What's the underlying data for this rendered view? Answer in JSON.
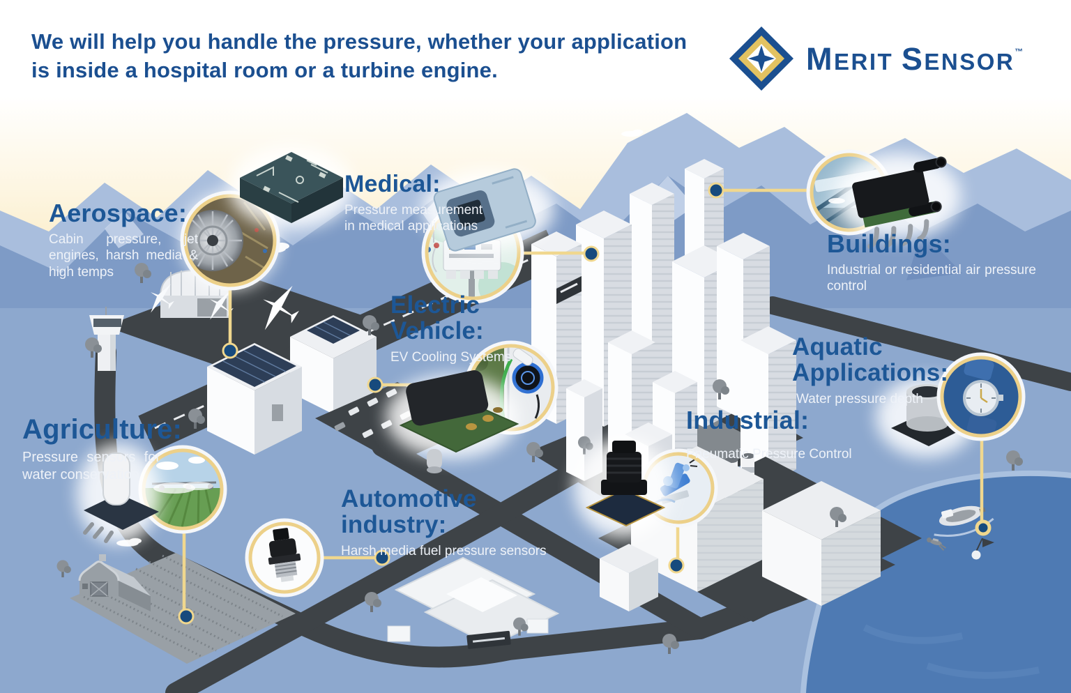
{
  "header": {
    "headline": "We will help you handle the pressure, whether your application is inside a hospital room or a turbine engine.",
    "brand": {
      "word1": "MERIT",
      "word2": "SENSOR",
      "trademark": "™"
    }
  },
  "sections": {
    "aerospace": {
      "title": "Aerospace:",
      "description": "Cabin pressure, jet engines, harsh media & high temps"
    },
    "medical": {
      "title": "Medical:",
      "description": "Pressure measurement in medical applications"
    },
    "buildings": {
      "title": "Buildings:",
      "description": "Industrial or residential air pressure control"
    },
    "electric_vehicle": {
      "title": "Electric Vehicle:",
      "description": "EV Cooling Systems"
    },
    "agriculture": {
      "title": "Agriculture:",
      "description": "Pressure sensors for water conservation"
    },
    "automotive": {
      "title": "Automotive industry:",
      "description": "Harsh media fuel pressure sensors"
    },
    "industrial": {
      "title": "Industrial:",
      "description": "Pneumatic Pressure Control"
    },
    "aquatic": {
      "title": "Aquatic Applications:",
      "description": "Water pressure depth"
    }
  },
  "colors": {
    "headline_blue": "#1b4f90",
    "title_blue": "#1d5796",
    "description_white": "#eef2f8",
    "callout_yellow": "#f0d78e",
    "dot_navy": "#174a7d",
    "road_dark": "#3e4347",
    "ground_blue": "#8da8ce",
    "mountain_blue": "#7e9bc6",
    "water_blue": "#4e7ab3"
  }
}
